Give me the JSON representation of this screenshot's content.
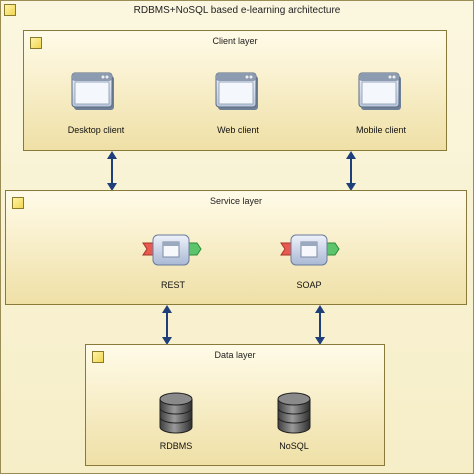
{
  "title": "RDBMS+NoSQL based e-learning architecture",
  "layers": {
    "client": {
      "title": "Client layer",
      "items": [
        {
          "label": "Desktop client",
          "icon": "window-icon"
        },
        {
          "label": "Web client",
          "icon": "window-icon"
        },
        {
          "label": "Mobile client",
          "icon": "window-icon"
        }
      ]
    },
    "service": {
      "title": "Service layer",
      "items": [
        {
          "label": "REST",
          "icon": "service-component-icon"
        },
        {
          "label": "SOAP",
          "icon": "service-component-icon"
        }
      ]
    },
    "data": {
      "title": "Data layer",
      "items": [
        {
          "label": "RDBMS",
          "icon": "database-icon"
        },
        {
          "label": "NoSQL",
          "icon": "database-icon"
        }
      ]
    }
  },
  "colors": {
    "layer_border": "#8a7a3a",
    "connector": "#1f3f7a",
    "corner_marker": "#f0d650"
  }
}
